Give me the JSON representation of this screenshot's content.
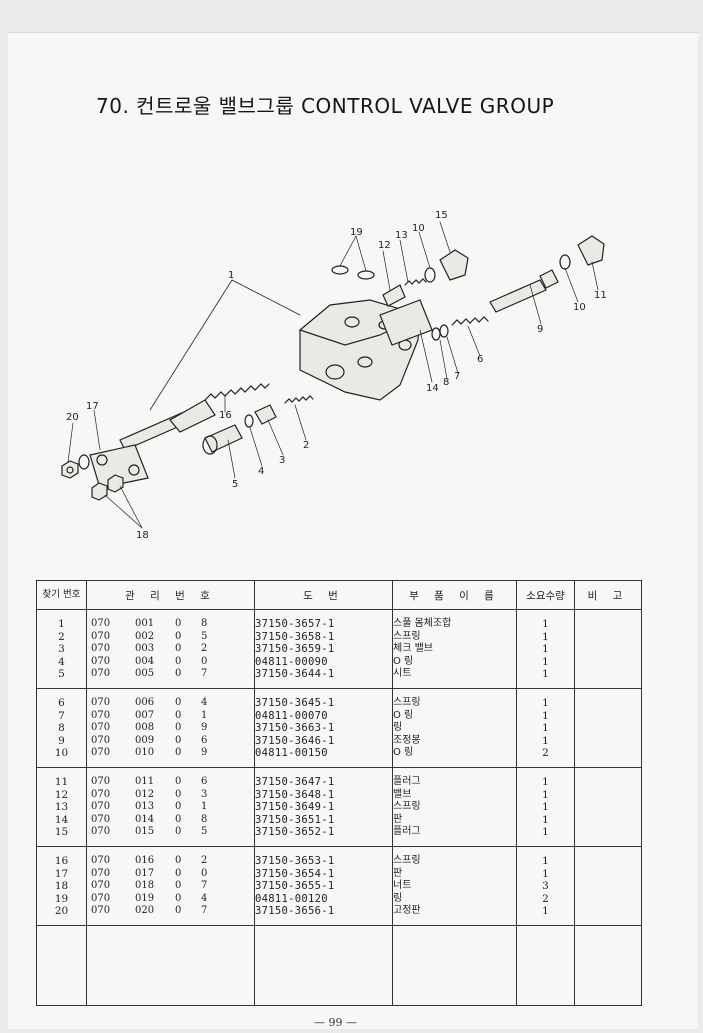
{
  "title": "70. 컨트로울 밸브그룹 CONTROL VALVE GROUP",
  "diagram": {
    "callouts": [
      "1",
      "2",
      "3",
      "4",
      "5",
      "6",
      "7",
      "8",
      "9",
      "10",
      "10",
      "11",
      "12",
      "13",
      "14",
      "15",
      "16",
      "17",
      "18",
      "19",
      "20"
    ]
  },
  "table": {
    "headers": {
      "find_no": "찾기 번호",
      "mgmt_no": "관 리 번 호",
      "drawing_no": "도 번",
      "part_name": "부 품 이 름",
      "qty": "소요수량",
      "remarks": "비 고"
    },
    "groups": [
      {
        "rows": [
          {
            "no": "1",
            "mg": [
              "070",
              "001",
              "0",
              "8"
            ],
            "pn": "37150-3657-1",
            "name": "스풀 몸체조합",
            "qty": "1"
          },
          {
            "no": "2",
            "mg": [
              "070",
              "002",
              "0",
              "5"
            ],
            "pn": "37150-3658-1",
            "name": "스프링",
            "qty": "1"
          },
          {
            "no": "3",
            "mg": [
              "070",
              "003",
              "0",
              "2"
            ],
            "pn": "37150-3659-1",
            "name": "체크 밸브",
            "qty": "1"
          },
          {
            "no": "4",
            "mg": [
              "070",
              "004",
              "0",
              "0"
            ],
            "pn": "04811-00090",
            "name": "O 링",
            "qty": "1"
          },
          {
            "no": "5",
            "mg": [
              "070",
              "005",
              "0",
              "7"
            ],
            "pn": "37150-3644-1",
            "name": "시트",
            "qty": "1"
          }
        ]
      },
      {
        "rows": [
          {
            "no": "6",
            "mg": [
              "070",
              "006",
              "0",
              "4"
            ],
            "pn": "37150-3645-1",
            "name": "스프링",
            "qty": "1"
          },
          {
            "no": "7",
            "mg": [
              "070",
              "007",
              "0",
              "1"
            ],
            "pn": "04811-00070",
            "name": "O 링",
            "qty": "1"
          },
          {
            "no": "8",
            "mg": [
              "070",
              "008",
              "0",
              "9"
            ],
            "pn": "37150-3663-1",
            "name": "링",
            "qty": "1"
          },
          {
            "no": "9",
            "mg": [
              "070",
              "009",
              "0",
              "6"
            ],
            "pn": "37150-3646-1",
            "name": "조정봉",
            "qty": "1"
          },
          {
            "no": "10",
            "mg": [
              "070",
              "010",
              "0",
              "9"
            ],
            "pn": "04811-00150",
            "name": "O 링",
            "qty": "2"
          }
        ]
      },
      {
        "rows": [
          {
            "no": "11",
            "mg": [
              "070",
              "011",
              "0",
              "6"
            ],
            "pn": "37150-3647-1",
            "name": "플러그",
            "qty": "1"
          },
          {
            "no": "12",
            "mg": [
              "070",
              "012",
              "0",
              "3"
            ],
            "pn": "37150-3648-1",
            "name": "밸브",
            "qty": "1"
          },
          {
            "no": "13",
            "mg": [
              "070",
              "013",
              "0",
              "1"
            ],
            "pn": "37150-3649-1",
            "name": "스프링",
            "qty": "1"
          },
          {
            "no": "14",
            "mg": [
              "070",
              "014",
              "0",
              "8"
            ],
            "pn": "37150-3651-1",
            "name": "판",
            "qty": "1"
          },
          {
            "no": "15",
            "mg": [
              "070",
              "015",
              "0",
              "5"
            ],
            "pn": "37150-3652-1",
            "name": "플러그",
            "qty": "1"
          }
        ]
      },
      {
        "rows": [
          {
            "no": "16",
            "mg": [
              "070",
              "016",
              "0",
              "2"
            ],
            "pn": "37150-3653-1",
            "name": "스프링",
            "qty": "1"
          },
          {
            "no": "17",
            "mg": [
              "070",
              "017",
              "0",
              "0"
            ],
            "pn": "37150-3654-1",
            "name": "판",
            "qty": "1"
          },
          {
            "no": "18",
            "mg": [
              "070",
              "018",
              "0",
              "7"
            ],
            "pn": "37150-3655-1",
            "name": "너트",
            "qty": "3"
          },
          {
            "no": "19",
            "mg": [
              "070",
              "019",
              "0",
              "4"
            ],
            "pn": "04811-00120",
            "name": "링",
            "qty": "2"
          },
          {
            "no": "20",
            "mg": [
              "070",
              "020",
              "0",
              "7"
            ],
            "pn": "37150-3656-1",
            "name": "고정판",
            "qty": "1"
          }
        ]
      }
    ]
  },
  "page_number": "— 99 —"
}
